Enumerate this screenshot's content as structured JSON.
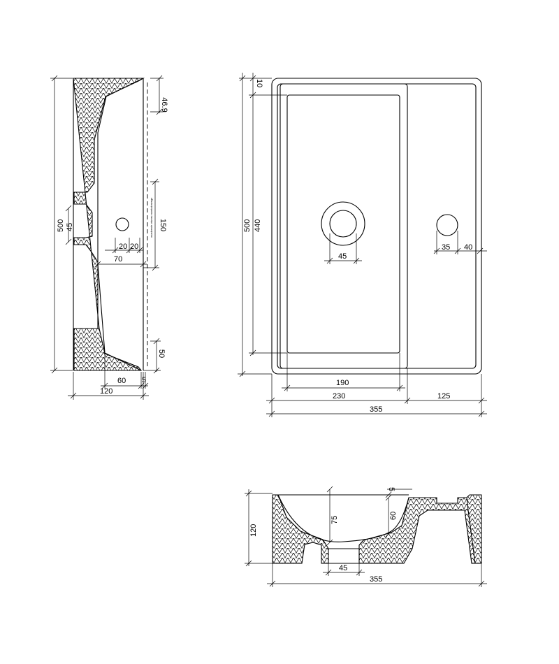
{
  "side_view": {
    "dims": {
      "height_total": "500",
      "top_offset": "46.9",
      "drain_size": "45",
      "hole_zone": "150",
      "hole_offset_a": "20",
      "hole_offset_b": "20",
      "hole_depth": "70",
      "bottom_offset": "50",
      "base_width": "60",
      "edge": "5",
      "depth_total": "120"
    },
    "note": "osadzenie otworu montażowego"
  },
  "top_view": {
    "dims": {
      "rim": "10",
      "height_outer": "500",
      "height_inner": "440",
      "drain": "45",
      "tap_hole": "35",
      "tap_offset": "40",
      "basin_inner": "190",
      "basin_outer": "230",
      "shelf_width": "125",
      "width_total": "355"
    }
  },
  "front_section": {
    "dims": {
      "height_total": "120",
      "basin_depth": "75",
      "shelf_depth": "60",
      "rim": "5",
      "drain": "45",
      "width_total": "355"
    }
  }
}
